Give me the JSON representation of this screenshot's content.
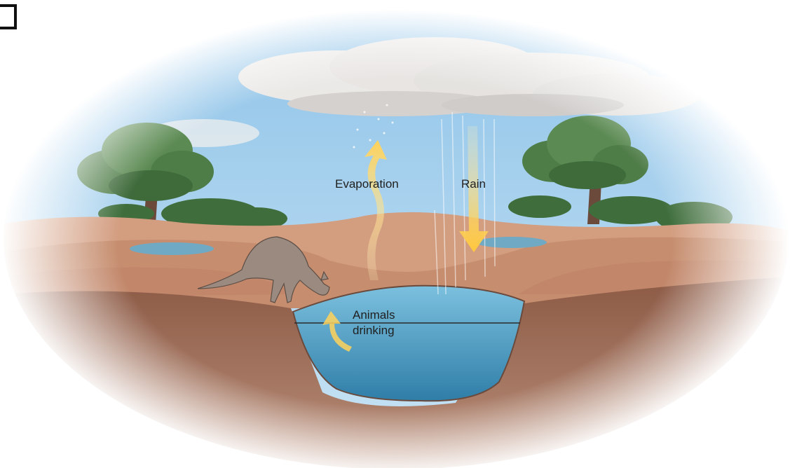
{
  "labels": {
    "evaporation": "Evaporation",
    "rain": "Rain",
    "animals_line1": "Animals",
    "animals_line2": "drinking"
  },
  "colors": {
    "sky": "#a9d2ee",
    "ground": "#c98e6d",
    "soil_dark": "#7a5040",
    "water": "#4f9cc0",
    "arrow": "#ffd866",
    "foliage": "#4a7a44"
  }
}
